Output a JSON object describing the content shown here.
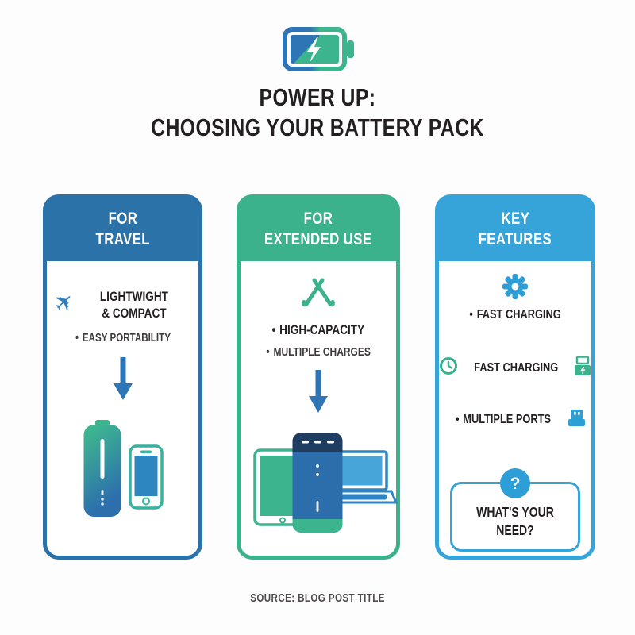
{
  "glyphs": {
    "bullet": "•",
    "airplane": "✈",
    "question_mark": "?"
  },
  "header": {
    "icon": "battery-charging-icon",
    "title_line1": "POWER UP:",
    "title_line2": "CHOOSING YOUR BATTERY PACK"
  },
  "cards": {
    "travel": {
      "title_line1": "FOR",
      "title_line2": "TRAVEL",
      "feature_line1": "LIGHTWIGHT",
      "feature_line2": "& COMPACT",
      "bullet1": "EASY PORTABILITY"
    },
    "extended": {
      "title_line1": "FOR",
      "title_line2": "EXTENDED USE",
      "bullet1": "HIGH-CAPACITY",
      "bullet2": "MULTIPLE CHARGES"
    },
    "features": {
      "title_line1": "KEY",
      "title_line2": "FEATURES",
      "bullet1": "FAST CHARGING",
      "bullet2": "FAST CHARGING",
      "bullet3": "MULTIPLE PORTS",
      "need_line1": "WHAT'S YOUR",
      "need_line2": "NEED?"
    }
  },
  "footer": {
    "source": "SOURCE: BLOG POST TITLE"
  },
  "colors": {
    "card_blue": "#2a72a8",
    "card_green": "#3cb28c",
    "card_light_blue": "#36a4d8",
    "arrow_blue": "#2e75b6",
    "accent_teal": "#38b2a0",
    "powerbank_navy": "#1e3d60",
    "text_black": "#231f20"
  }
}
